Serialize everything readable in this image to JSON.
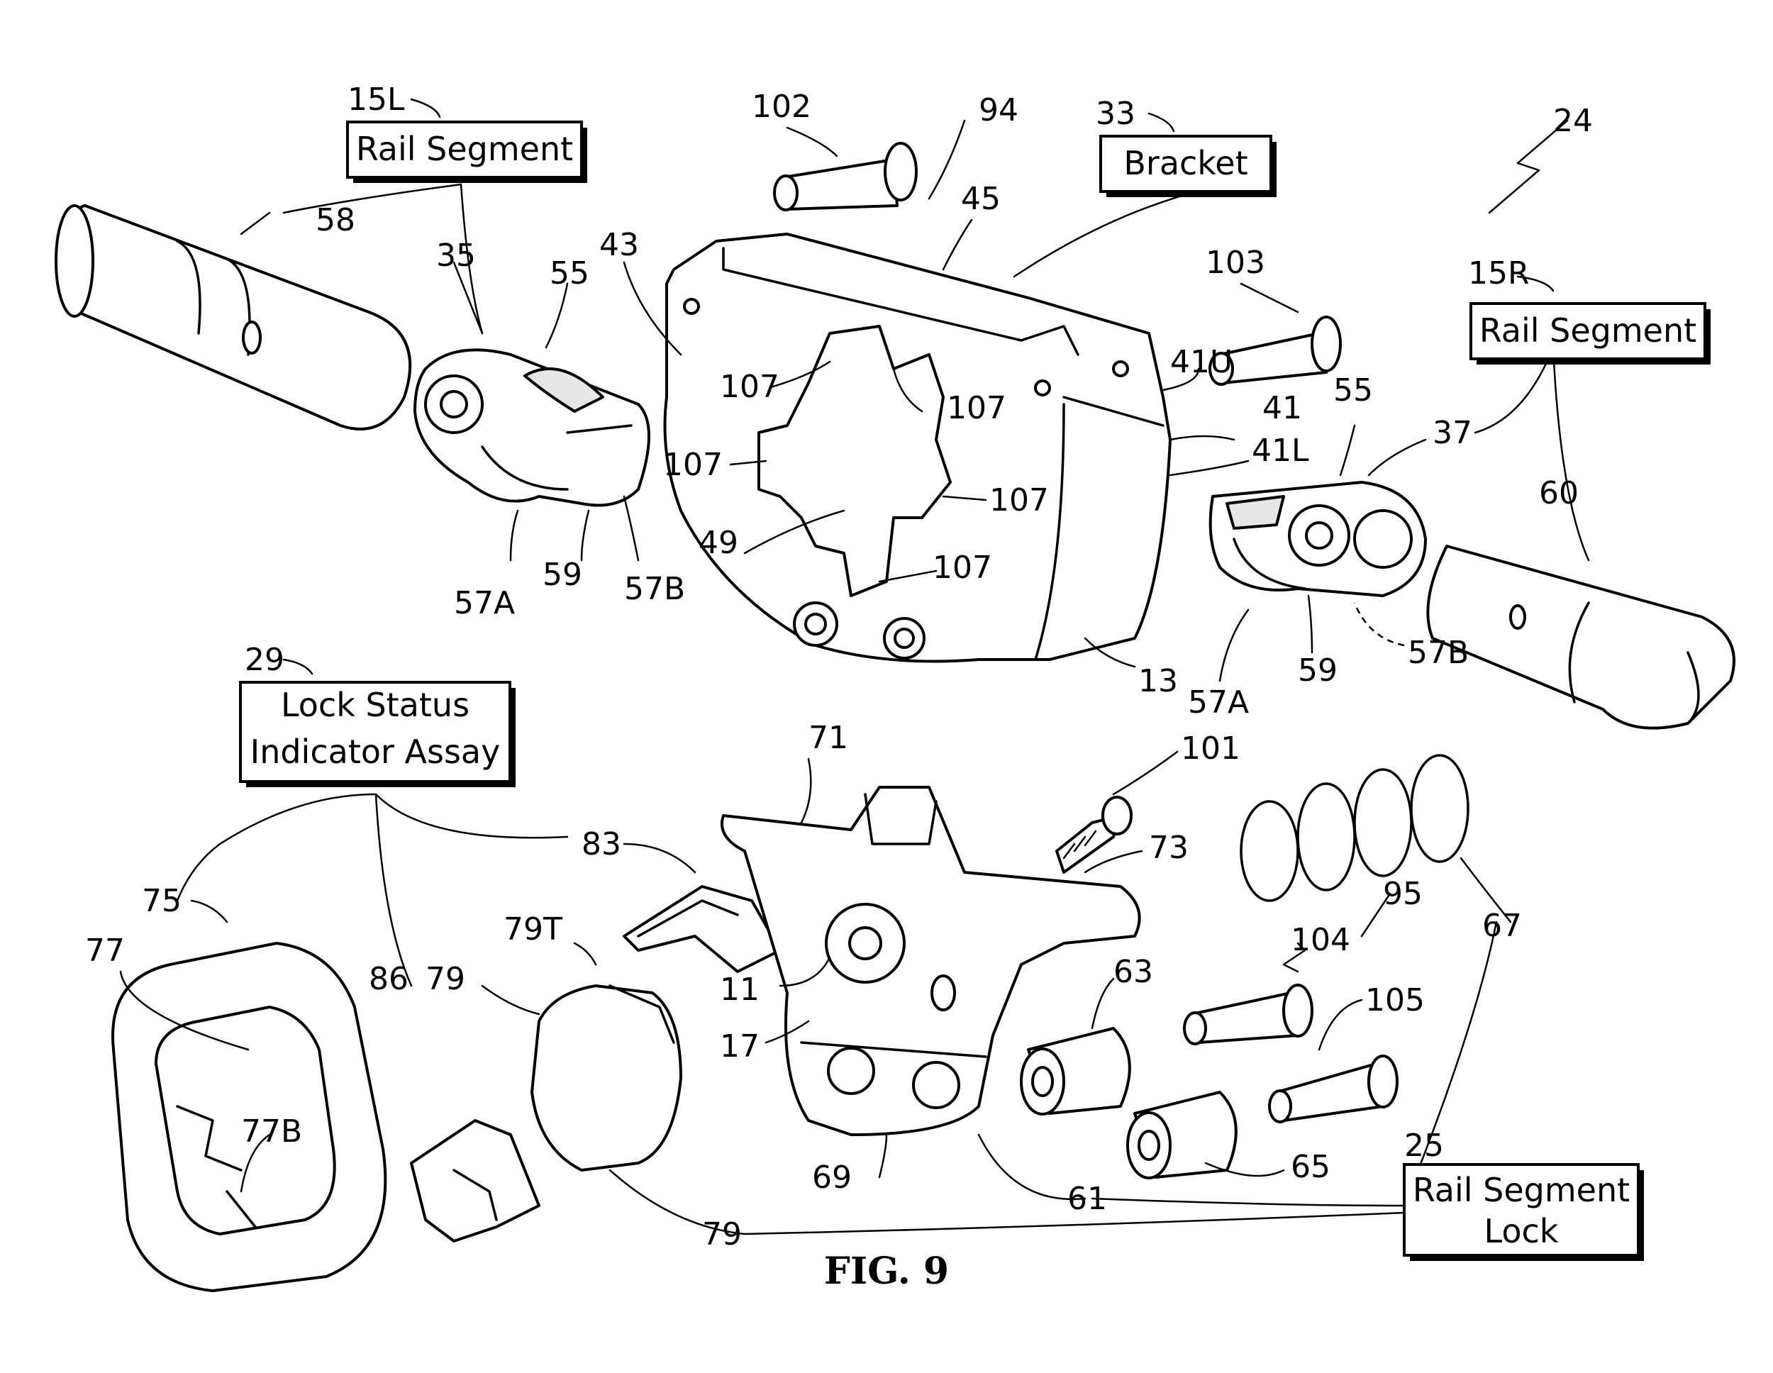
{
  "figure": {
    "caption": "FIG. 9",
    "boxed_labels": {
      "rail_segment_left": "Rail Segment",
      "bracket": "Bracket",
      "rail_segment_right": "Rail Segment",
      "lock_status_line1": "Lock Status",
      "lock_status_line2": "Indicator Assay",
      "rail_segment_lock_line1": "Rail Segment",
      "rail_segment_lock_line2": "Lock"
    },
    "refs": {
      "r15L": "15L",
      "r102": "102",
      "r94": "94",
      "r33": "33",
      "r24": "24",
      "r58": "58",
      "r35": "35",
      "r55a": "55",
      "r43": "43",
      "r45": "45",
      "r103": "103",
      "r15R": "15R",
      "r41U": "41U",
      "r107a": "107",
      "r107b": "107",
      "r41": "41",
      "r55b": "55",
      "r37": "37",
      "r107c": "107",
      "r41L": "41L",
      "r107d": "107",
      "r60": "60",
      "r49": "49",
      "r107e": "107",
      "r57Aa": "57A",
      "r59a": "59",
      "r57Ba": "57B",
      "r13": "13",
      "r57Ab": "57A",
      "r59b": "59",
      "r57Bb": "57B",
      "r29": "29",
      "r71": "71",
      "r101": "101",
      "r83": "83",
      "r73": "73",
      "r75": "75",
      "r95": "95",
      "r77": "77",
      "r79T": "79T",
      "r86": "86",
      "r79a": "79",
      "r104": "104",
      "r63": "63",
      "r67": "67",
      "r11": "11",
      "r105": "105",
      "r17": "17",
      "r77B": "77B",
      "r65": "65",
      "r25": "25",
      "r69": "69",
      "r61": "61",
      "r79b": "79"
    }
  }
}
